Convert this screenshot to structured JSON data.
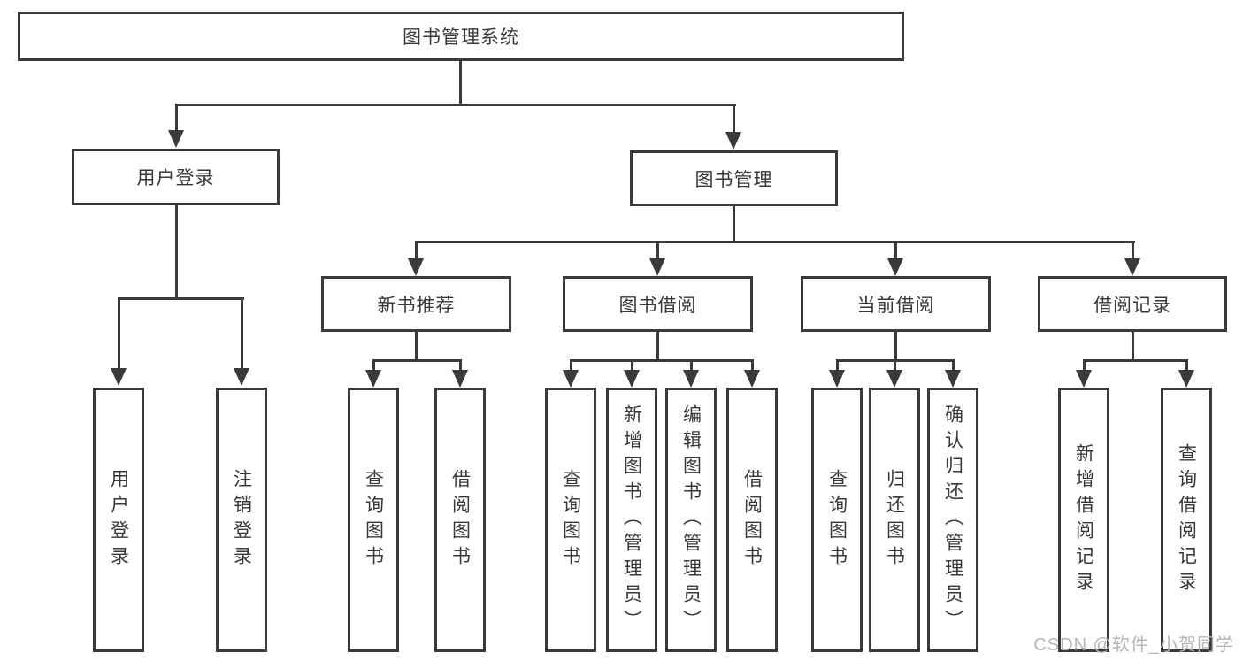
{
  "colors": {
    "line": "#3a3a3a",
    "text": "#383838",
    "watermark": "#b5b5b5",
    "background": "#ffffff"
  },
  "watermark": "CSDN @软件_小贺同学",
  "tree": {
    "root": "图书管理系统",
    "branches": [
      {
        "label": "用户登录",
        "children": [
          "用户登录",
          "注销登录"
        ]
      },
      {
        "label": "图书管理",
        "groups": [
          {
            "label": "新书推荐",
            "children": [
              "查询图书",
              "借阅图书"
            ]
          },
          {
            "label": "图书借阅",
            "children": [
              "查询图书",
              "新增图书（管理员）",
              "编辑图书（管理员）",
              "借阅图书"
            ]
          },
          {
            "label": "当前借阅",
            "children": [
              "查询图书",
              "归还图书",
              "确认归还（管理员）"
            ]
          },
          {
            "label": "借阅记录",
            "children": [
              "新增借阅记录",
              "查询借阅记录"
            ]
          }
        ]
      }
    ]
  }
}
